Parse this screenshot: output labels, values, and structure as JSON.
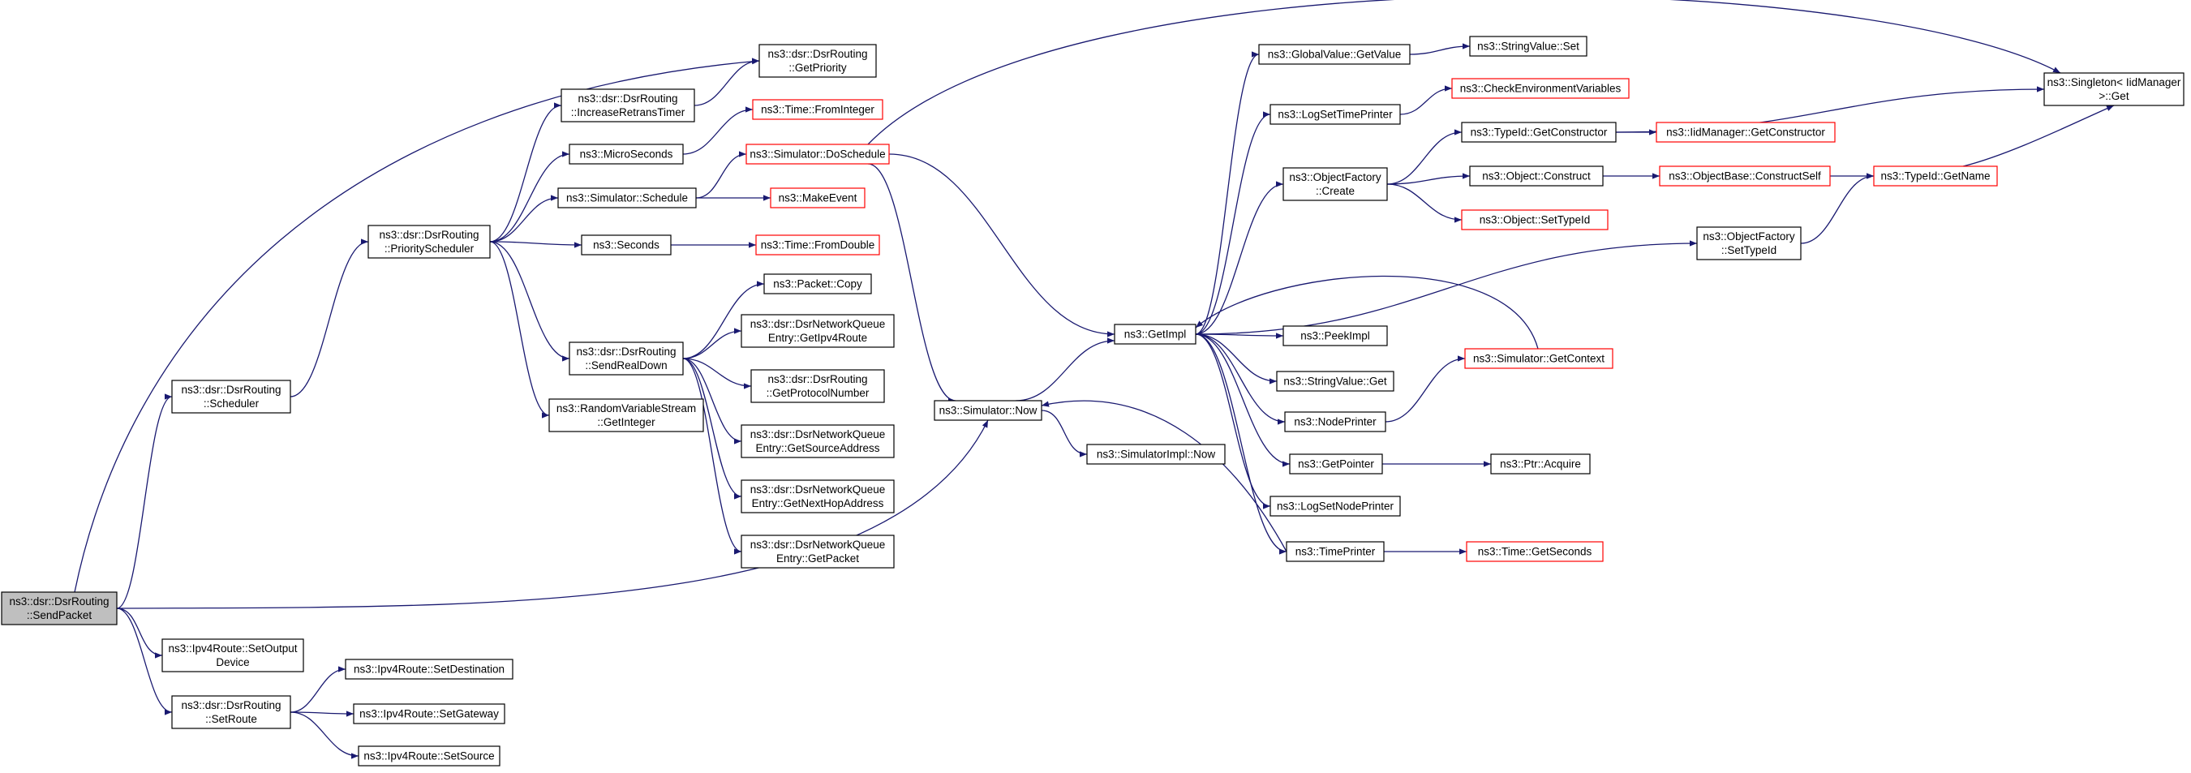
{
  "colors": {
    "edge": "#191970",
    "border_normal": "#000000",
    "border_truncated": "#ff0000",
    "root_fill": "#bfbfbf",
    "node_fill": "#ffffff"
  },
  "nodes": [
    {
      "id": "sendpacket",
      "lines": [
        "ns3::dsr::DsrRouting",
        "::SendPacket"
      ],
      "style": "root"
    },
    {
      "id": "scheduler",
      "lines": [
        "ns3::dsr::DsrRouting",
        "::Scheduler"
      ],
      "style": "normal"
    },
    {
      "id": "ipv4setout",
      "lines": [
        "ns3::Ipv4Route::SetOutput",
        "Device"
      ],
      "style": "normal"
    },
    {
      "id": "setroute",
      "lines": [
        "ns3::dsr::DsrRouting",
        "::SetRoute"
      ],
      "style": "normal"
    },
    {
      "id": "priosched",
      "lines": [
        "ns3::dsr::DsrRouting",
        "::PriorityScheduler"
      ],
      "style": "normal"
    },
    {
      "id": "incretrans",
      "lines": [
        "ns3::dsr::DsrRouting",
        "::IncreaseRetransTimer"
      ],
      "style": "normal"
    },
    {
      "id": "microsec",
      "lines": [
        "ns3::MicroSeconds"
      ],
      "style": "normal"
    },
    {
      "id": "simsched",
      "lines": [
        "ns3::Simulator::Schedule"
      ],
      "style": "normal"
    },
    {
      "id": "seconds",
      "lines": [
        "ns3::Seconds"
      ],
      "style": "normal"
    },
    {
      "id": "sendrealdown",
      "lines": [
        "ns3::dsr::DsrRouting",
        "::SendRealDown"
      ],
      "style": "normal"
    },
    {
      "id": "rvsgetint",
      "lines": [
        "ns3::RandomVariableStream",
        "::GetInteger"
      ],
      "style": "normal"
    },
    {
      "id": "setdest",
      "lines": [
        "ns3::Ipv4Route::SetDestination"
      ],
      "style": "normal"
    },
    {
      "id": "setgw",
      "lines": [
        "ns3::Ipv4Route::SetGateway"
      ],
      "style": "normal"
    },
    {
      "id": "setsrc",
      "lines": [
        "ns3::Ipv4Route::SetSource"
      ],
      "style": "normal"
    },
    {
      "id": "getprio",
      "lines": [
        "ns3::dsr::DsrRouting",
        "::GetPriority"
      ],
      "style": "normal"
    },
    {
      "id": "fromint",
      "lines": [
        "ns3::Time::FromInteger"
      ],
      "style": "truncated"
    },
    {
      "id": "doschedule",
      "lines": [
        "ns3::Simulator::DoSchedule"
      ],
      "style": "truncated"
    },
    {
      "id": "makeevent",
      "lines": [
        "ns3::MakeEvent"
      ],
      "style": "truncated"
    },
    {
      "id": "fromdouble",
      "lines": [
        "ns3::Time::FromDouble"
      ],
      "style": "truncated"
    },
    {
      "id": "pktcopy",
      "lines": [
        "ns3::Packet::Copy"
      ],
      "style": "normal"
    },
    {
      "id": "getipv4route",
      "lines": [
        "ns3::dsr::DsrNetworkQueue",
        "Entry::GetIpv4Route"
      ],
      "style": "normal"
    },
    {
      "id": "getprotonum",
      "lines": [
        "ns3::dsr::DsrRouting",
        "::GetProtocolNumber"
      ],
      "style": "normal"
    },
    {
      "id": "getsrcaddr",
      "lines": [
        "ns3::dsr::DsrNetworkQueue",
        "Entry::GetSourceAddress"
      ],
      "style": "normal"
    },
    {
      "id": "getnexthop",
      "lines": [
        "ns3::dsr::DsrNetworkQueue",
        "Entry::GetNextHopAddress"
      ],
      "style": "normal"
    },
    {
      "id": "getpacket",
      "lines": [
        "ns3::dsr::DsrNetworkQueue",
        "Entry::GetPacket"
      ],
      "style": "normal"
    },
    {
      "id": "simnow",
      "lines": [
        "ns3::Simulator::Now"
      ],
      "style": "normal"
    },
    {
      "id": "simimplnow",
      "lines": [
        "ns3::SimulatorImpl::Now"
      ],
      "style": "normal"
    },
    {
      "id": "getimpl",
      "lines": [
        "ns3::GetImpl"
      ],
      "style": "normal"
    },
    {
      "id": "gvgetvalue",
      "lines": [
        "ns3::GlobalValue::GetValue"
      ],
      "style": "normal"
    },
    {
      "id": "svset",
      "lines": [
        "ns3::StringValue::Set"
      ],
      "style": "normal"
    },
    {
      "id": "logsettime",
      "lines": [
        "ns3::LogSetTimePrinter"
      ],
      "style": "normal"
    },
    {
      "id": "checkenv",
      "lines": [
        "ns3::CheckEnvironmentVariables"
      ],
      "style": "truncated"
    },
    {
      "id": "ofcreate",
      "lines": [
        "ns3::ObjectFactory",
        "::Create"
      ],
      "style": "normal"
    },
    {
      "id": "tidgetctor",
      "lines": [
        "ns3::TypeId::GetConstructor"
      ],
      "style": "normal"
    },
    {
      "id": "iidgetctor",
      "lines": [
        "ns3::IidManager::GetConstructor"
      ],
      "style": "truncated"
    },
    {
      "id": "objconstruct",
      "lines": [
        "ns3::Object::Construct"
      ],
      "style": "normal"
    },
    {
      "id": "objbaseconstruct",
      "lines": [
        "ns3::ObjectBase::ConstructSelf"
      ],
      "style": "truncated"
    },
    {
      "id": "tidgetname",
      "lines": [
        "ns3::TypeId::GetName"
      ],
      "style": "truncated"
    },
    {
      "id": "objsettid",
      "lines": [
        "ns3::Object::SetTypeId"
      ],
      "style": "truncated"
    },
    {
      "id": "singleton",
      "lines": [
        "ns3::Singleton< IidManager",
        " >::Get"
      ],
      "style": "normal"
    },
    {
      "id": "ofsettid",
      "lines": [
        "ns3::ObjectFactory",
        "::SetTypeId"
      ],
      "style": "normal"
    },
    {
      "id": "peekimpl",
      "lines": [
        "ns3::PeekImpl"
      ],
      "style": "normal"
    },
    {
      "id": "svget",
      "lines": [
        "ns3::StringValue::Get"
      ],
      "style": "normal"
    },
    {
      "id": "getcontext",
      "lines": [
        "ns3::Simulator::GetContext"
      ],
      "style": "truncated"
    },
    {
      "id": "nodeprinter",
      "lines": [
        "ns3::NodePrinter"
      ],
      "style": "normal"
    },
    {
      "id": "getpointer",
      "lines": [
        "ns3::GetPointer"
      ],
      "style": "normal"
    },
    {
      "id": "ptracquire",
      "lines": [
        "ns3::Ptr::Acquire"
      ],
      "style": "normal"
    },
    {
      "id": "logsetnode",
      "lines": [
        "ns3::LogSetNodePrinter"
      ],
      "style": "normal"
    },
    {
      "id": "timeprinter",
      "lines": [
        "ns3::TimePrinter"
      ],
      "style": "normal"
    },
    {
      "id": "timegetsec",
      "lines": [
        "ns3::Time::GetSeconds"
      ],
      "style": "truncated"
    }
  ],
  "edges": [
    [
      "sendpacket",
      "scheduler"
    ],
    [
      "sendpacket",
      "getprio"
    ],
    [
      "sendpacket",
      "simnow"
    ],
    [
      "sendpacket",
      "ipv4setout"
    ],
    [
      "sendpacket",
      "setroute"
    ],
    [
      "scheduler",
      "priosched"
    ],
    [
      "priosched",
      "incretrans"
    ],
    [
      "priosched",
      "microsec"
    ],
    [
      "priosched",
      "simsched"
    ],
    [
      "priosched",
      "seconds"
    ],
    [
      "priosched",
      "sendrealdown"
    ],
    [
      "priosched",
      "rvsgetint"
    ],
    [
      "incretrans",
      "getprio"
    ],
    [
      "microsec",
      "fromint"
    ],
    [
      "simsched",
      "doschedule"
    ],
    [
      "simsched",
      "makeevent"
    ],
    [
      "seconds",
      "fromdouble"
    ],
    [
      "sendrealdown",
      "pktcopy"
    ],
    [
      "sendrealdown",
      "getipv4route"
    ],
    [
      "sendrealdown",
      "getprotonum"
    ],
    [
      "sendrealdown",
      "getsrcaddr"
    ],
    [
      "sendrealdown",
      "getnexthop"
    ],
    [
      "sendrealdown",
      "getpacket"
    ],
    [
      "setroute",
      "setdest"
    ],
    [
      "setroute",
      "setgw"
    ],
    [
      "setroute",
      "setsrc"
    ],
    [
      "doschedule",
      "singleton"
    ],
    [
      "doschedule",
      "getimpl"
    ],
    [
      "doschedule",
      "simnow"
    ],
    [
      "simnow",
      "getimpl"
    ],
    [
      "simnow",
      "simimplnow"
    ],
    [
      "getimpl",
      "gvgetvalue"
    ],
    [
      "getimpl",
      "logsettime"
    ],
    [
      "getimpl",
      "ofcreate"
    ],
    [
      "getimpl",
      "ofsettid"
    ],
    [
      "getimpl",
      "peekimpl"
    ],
    [
      "getimpl",
      "svget"
    ],
    [
      "getimpl",
      "nodeprinter"
    ],
    [
      "getimpl",
      "getpointer"
    ],
    [
      "getimpl",
      "logsetnode"
    ],
    [
      "getimpl",
      "timeprinter"
    ],
    [
      "gvgetvalue",
      "svset"
    ],
    [
      "logsettime",
      "checkenv"
    ],
    [
      "ofcreate",
      "tidgetctor"
    ],
    [
      "ofcreate",
      "objconstruct"
    ],
    [
      "ofcreate",
      "objsettid"
    ],
    [
      "tidgetctor",
      "singleton"
    ],
    [
      "tidgetctor",
      "iidgetctor"
    ],
    [
      "objconstruct",
      "objbaseconstruct"
    ],
    [
      "objbaseconstruct",
      "tidgetname"
    ],
    [
      "tidgetname",
      "singleton"
    ],
    [
      "ofsettid",
      "tidgetname"
    ],
    [
      "getcontext",
      "getimpl"
    ],
    [
      "nodeprinter",
      "getcontext"
    ],
    [
      "getpointer",
      "ptracquire"
    ],
    [
      "timeprinter",
      "simnow"
    ],
    [
      "timeprinter",
      "timegetsec"
    ]
  ]
}
